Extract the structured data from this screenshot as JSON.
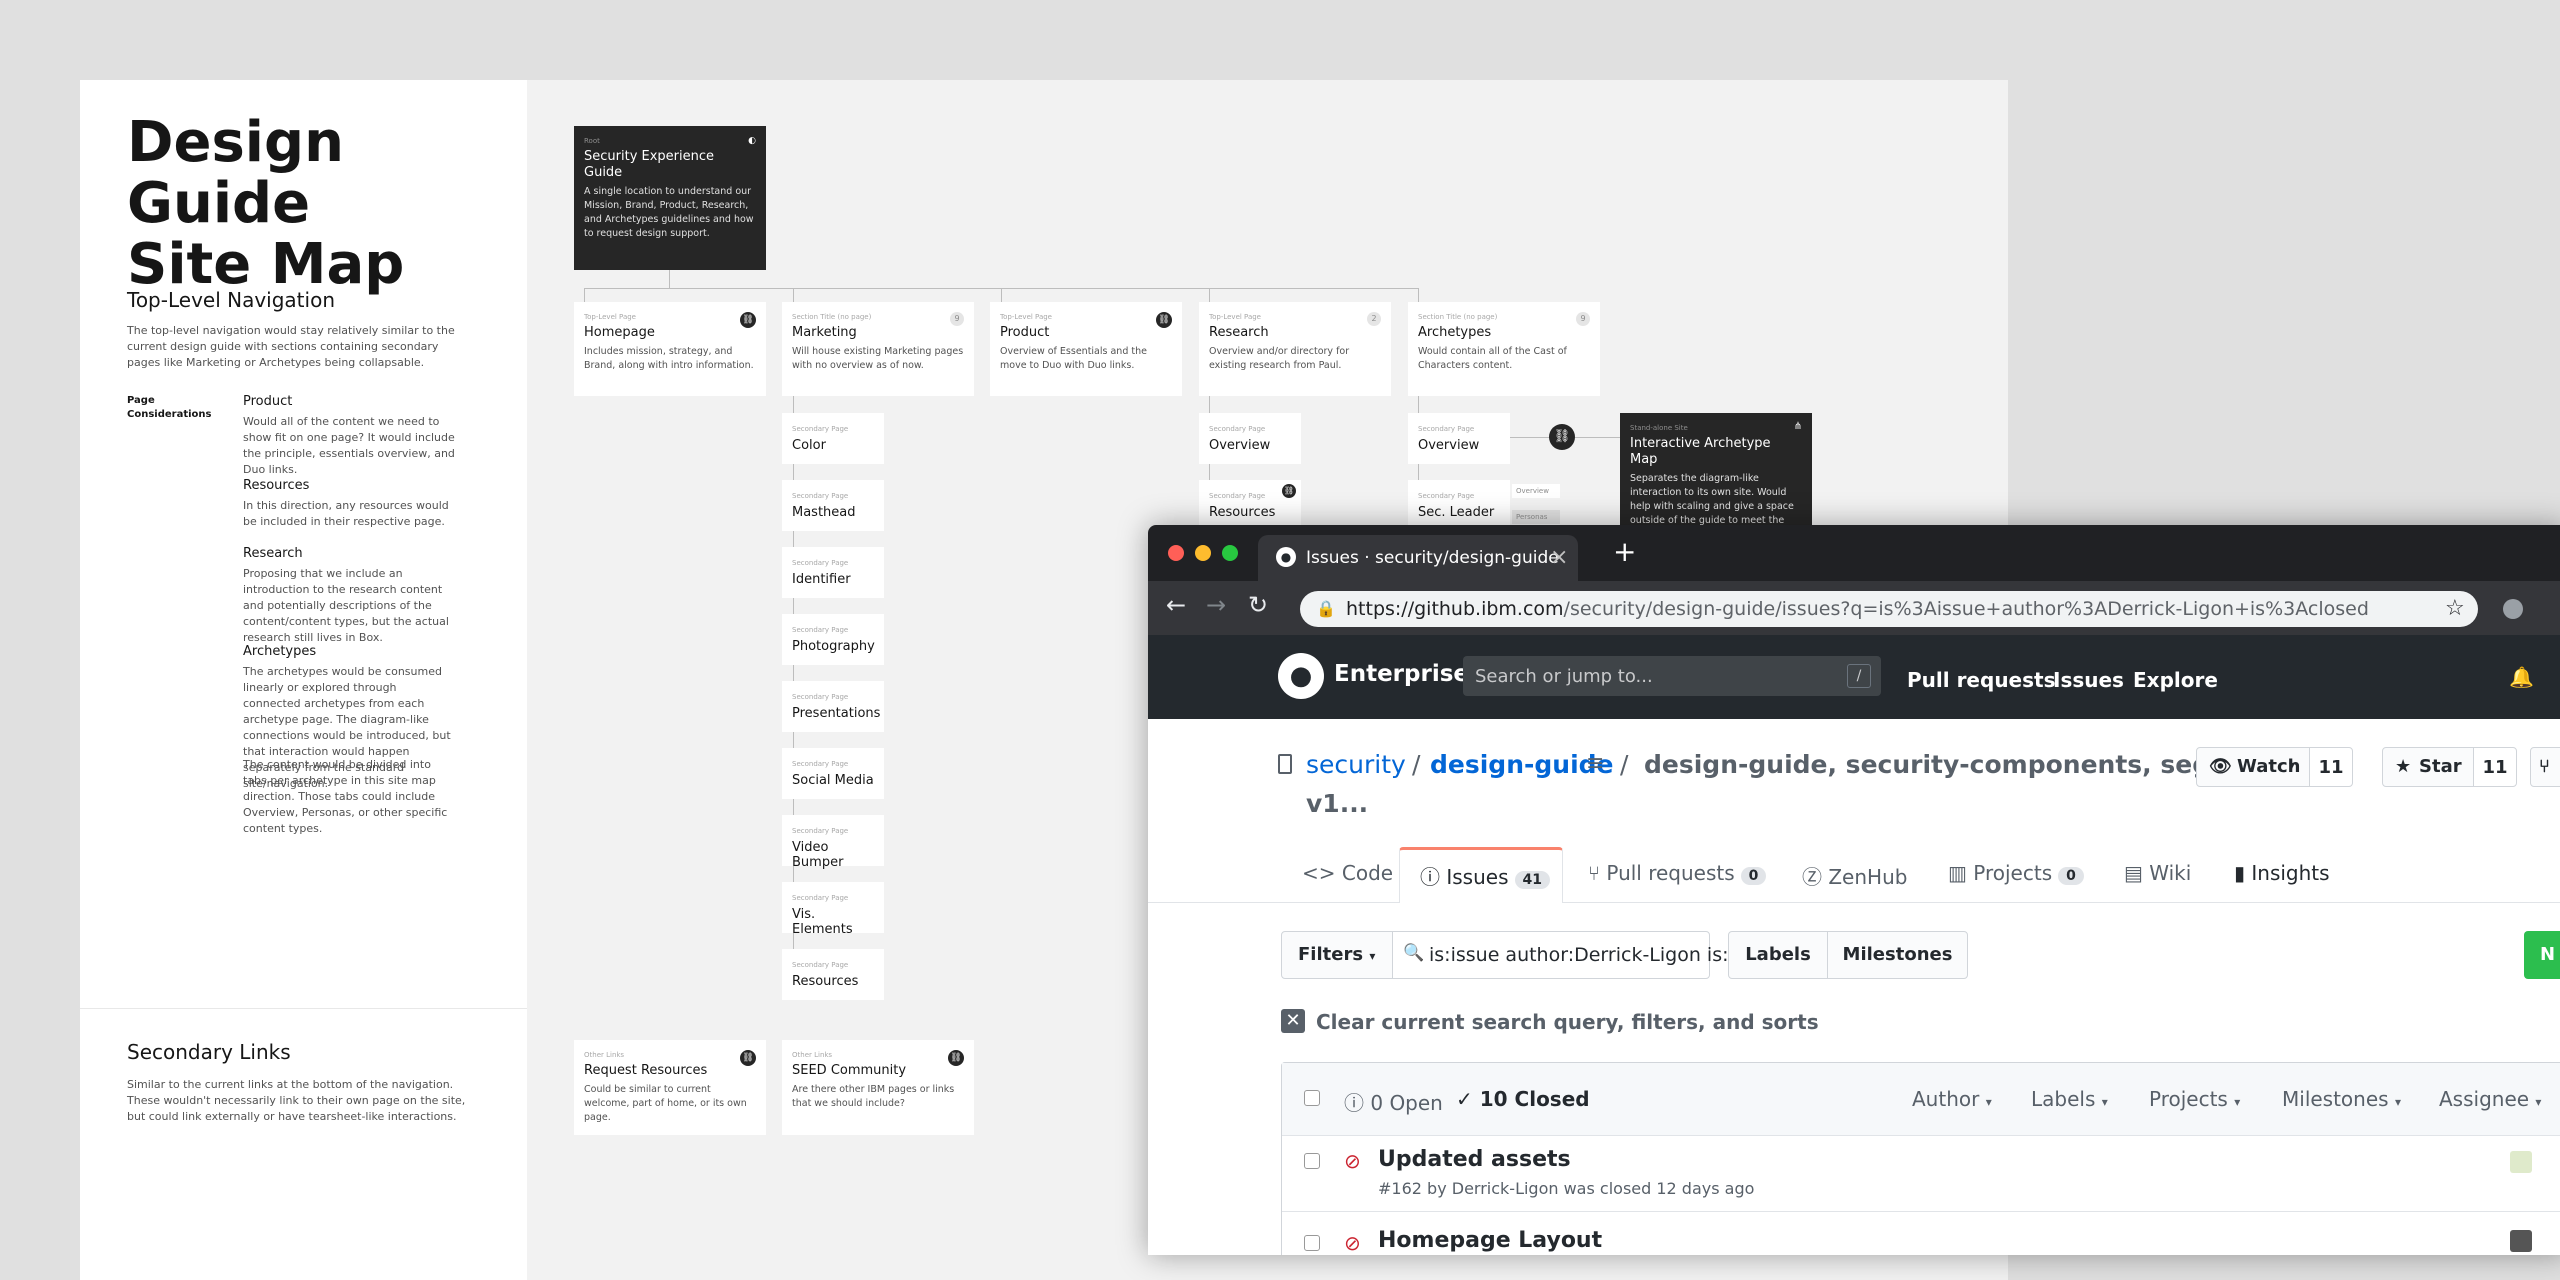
{
  "sitemap": {
    "title_line1": "Design Guide",
    "title_line2": "Site Map",
    "toplevel": {
      "heading": "Top-Level Navigation",
      "intro": "The top-level navigation would stay relatively similar to the current design guide with sections containing secondary pages like Marketing or Archetypes being collapsable.",
      "page_considerations": "Page Considerations",
      "items": [
        {
          "title": "Product",
          "text": "Would all of the content we need to show fit on one page? It would include the principle, essentials overview, and Duo links."
        },
        {
          "title": "Resources",
          "text": "In this direction, any resources would be included in their respective page."
        },
        {
          "title": "Research",
          "text": "Proposing that we include an introduction to the research content and potentially descriptions of the content/content types, but the actual research still lives in Box."
        },
        {
          "title": "Archetypes",
          "text": "The archetypes would be consumed linearly or explored through connected archetypes from each archetype page. The diagram-like connections would be introduced, but that interaction would happen separately from the standard site/navigation."
        }
      ],
      "extra": "The content would be divided into tabs per archetype in this site map direction. Those tabs could include Overview, Personas, or other specific content types."
    },
    "secondary_links": {
      "heading": "Secondary Links",
      "text": "Similar to the current links at the bottom of the navigation. These wouldn't necessarily link to their own page on the site, but could link externally or have tearsheet-like interactions."
    },
    "root": {
      "tag": "Root",
      "title": "Security Experience Guide",
      "desc": "A single location to understand our Mission, Brand, Product, Research, and Archetypes guidelines and how to request design support."
    },
    "top_pages": [
      {
        "tag": "Top-Level Page",
        "title": "Homepage",
        "desc": "Includes mission, strategy, and Brand, along with intro information.",
        "marker": "🔗"
      },
      {
        "tag": "Section Title (no page)",
        "title": "Marketing",
        "desc": "Will house existing Marketing pages with no overview as of now.",
        "marker": "9"
      },
      {
        "tag": "Top-Level Page",
        "title": "Product",
        "desc": "Overview of Essentials and the move to Duo with Duo links.",
        "marker": "🔗"
      },
      {
        "tag": "Top-Level Page",
        "title": "Research",
        "desc": "Overview and/or directory for existing research from Paul.",
        "marker": "2"
      },
      {
        "tag": "Section Title (no page)",
        "title": "Archetypes",
        "desc": "Would contain all of the Cast of Characters content.",
        "marker": "9"
      }
    ],
    "marketing_pages": {
      "tag": "Secondary Page",
      "items": [
        "Color",
        "Masthead",
        "Identifier",
        "Photography",
        "Presentations",
        "Social Media",
        "Video Bumper",
        "Vis. Elements",
        "Resources"
      ]
    },
    "research_pages": {
      "tag": "Secondary Page",
      "items": [
        "Overview",
        "Resources"
      ]
    },
    "archetype_pages": {
      "tag": "Secondary Page",
      "items": [
        "Overview",
        "Sec. Leader"
      ],
      "mini_tab1": "Overview",
      "mini_tab2": "Personas"
    },
    "standalone": {
      "tag": "Stand-alone Site",
      "title": "Interactive Archetype Map",
      "desc": "Separates the diagram-like interaction to its own site. Would help with scaling and give a space outside of the guide to meet the"
    },
    "other_links": [
      {
        "tag": "Other Links",
        "title": "Request Resources",
        "desc": "Could be similar to current welcome, part of home, or its own page."
      },
      {
        "tag": "Other Links",
        "title": "SEED Community",
        "desc": "Are there other IBM pages or links that we should include?"
      }
    ]
  },
  "browser": {
    "tab_title": "Issues · security/design-guide",
    "new_tab": "+",
    "close_tab": "×",
    "url_host": "https://github.ibm.com",
    "url_path": "/security/design-guide/issues?q=is%3Aissue+author%3ADerrick-Ligon+is%3Aclosed",
    "colors": {
      "accent": "#0366d6",
      "header": "#24292e",
      "green": "#2cbe4e",
      "closed_red": "#cb2431",
      "tab_orange": "#f9826c"
    }
  },
  "github": {
    "brand": "Enterprise",
    "search_placeholder": "Search or jump to...",
    "search_key": "/",
    "nav": [
      "Pull requests",
      "Issues",
      "Explore"
    ],
    "repo_owner": "security",
    "repo_sep": "/",
    "repo_name": "design-guide",
    "repo_desc_sep": "/",
    "repo_desc_line1": "design-guide, security-components, seg-",
    "repo_desc_line2": "v1...",
    "watch_label": "Watch",
    "watch_count": "11",
    "star_label": "Star",
    "star_count": "11",
    "tabs": [
      {
        "label": "Code",
        "count": ""
      },
      {
        "label": "Issues",
        "count": "41"
      },
      {
        "label": "Pull requests",
        "count": "0"
      },
      {
        "label": "ZenHub",
        "count": ""
      },
      {
        "label": "Projects",
        "count": "0"
      },
      {
        "label": "Wiki",
        "count": ""
      },
      {
        "label": "Insights",
        "count": ""
      }
    ],
    "filters_label": "Filters",
    "query": "is:issue author:Derrick-Ligon is:closed",
    "labels_btn": "Labels",
    "milestones_btn": "Milestones",
    "new_btn": "N",
    "clear_text": "Clear current search query, filters, and sorts",
    "open_count": "0 Open",
    "closed_count": "10 Closed",
    "sort": [
      "Author",
      "Labels",
      "Projects",
      "Milestones",
      "Assignee"
    ],
    "issues": [
      {
        "title": "Updated assets",
        "meta": "#162 by Derrick-Ligon was closed 12 days ago"
      },
      {
        "title": "Homepage Layout",
        "meta": ""
      }
    ]
  }
}
